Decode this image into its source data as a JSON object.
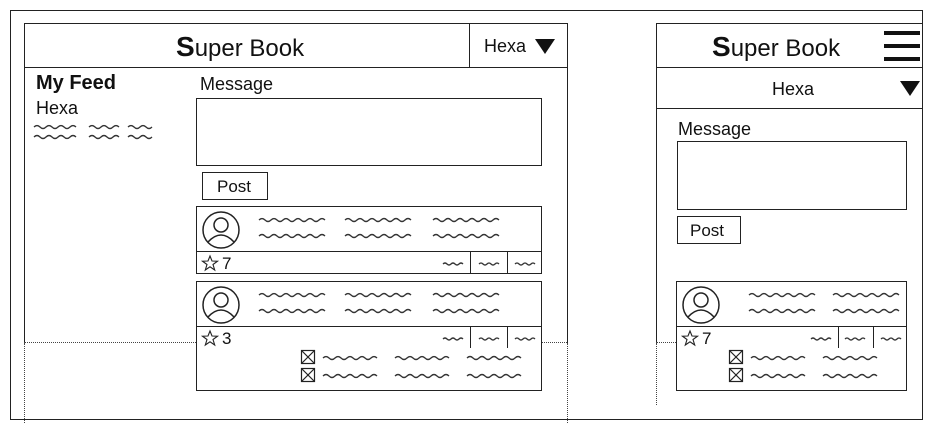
{
  "desktop": {
    "brand_first": "S",
    "brand_rest": "uper Book",
    "user_dropdown": "Hexa",
    "sidebar_title": "My Feed",
    "sidebar_user": "Hexa",
    "message_label": "Message",
    "post_button": "Post",
    "posts": [
      {
        "rating": "7"
      },
      {
        "rating": "3"
      }
    ]
  },
  "mobile": {
    "brand_first": "S",
    "brand_rest": "uper Book",
    "user_dropdown": "Hexa",
    "message_label": "Message",
    "post_button": "Post",
    "posts": [
      {
        "rating": "7"
      }
    ]
  },
  "icons": {
    "dropdown": "triangle-down-icon",
    "menu": "hamburger-menu-icon",
    "avatar": "user-avatar-icon",
    "rating": "star-icon",
    "checkbox": "checked-box-icon"
  }
}
